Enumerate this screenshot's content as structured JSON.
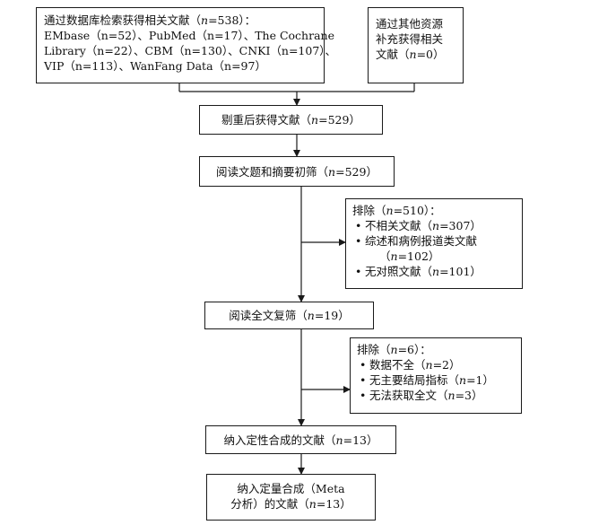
{
  "identification": {
    "db_box": {
      "line1_pre": "通过数据库检索获得相关文献（",
      "line1_n": "n",
      "line1_post": "=538）：",
      "line2": "EMbase（n=52）、PubMed（n=17）、The Cochrane",
      "line3": "Library（n=22）、CBM（n=130）、CNKI（n=107）、",
      "line4": "VIP（n=113）、WanFang Data（n=97）"
    },
    "other_box": {
      "line1": "通过其他资源",
      "line2": "补充获得相关",
      "line3_pre": "文献（",
      "line3_n": "n",
      "line3_post": "=0）"
    }
  },
  "dedup_box": {
    "pre": "剔重后获得文献（",
    "n": "n",
    "post": "=529）"
  },
  "screen_box": {
    "pre": "阅读文题和摘要初筛（",
    "n": "n",
    "post": "=529）"
  },
  "exclusion1": {
    "title_pre": "排除（",
    "title_n": "n",
    "title_post": "=510）：",
    "bullet": "•",
    "item1_pre": "不相关文献（",
    "item1_n": "n",
    "item1_post": "=307）",
    "item2_line1": "综述和病例报道类文献",
    "item2_line2_pre": "（",
    "item2_line2_n": "n",
    "item2_line2_post": "=102）",
    "item3_pre": "无对照文献（",
    "item3_n": "n",
    "item3_post": "=101）"
  },
  "fulltext_box": {
    "pre": "阅读全文复筛（",
    "n": "n",
    "post": "=19）"
  },
  "exclusion2": {
    "title_pre": "排除（",
    "title_n": "n",
    "title_post": "=6）：",
    "bullet": "•",
    "item1_pre": "数据不全（",
    "item1_n": "n",
    "item1_post": "=2）",
    "item2_pre": "无主要结局指标（",
    "item2_n": "n",
    "item2_post": "=1）",
    "item3_pre": "无法获取全文（",
    "item3_n": "n",
    "item3_post": "=3）"
  },
  "qualitative_box": {
    "pre": "纳入定性合成的文献（",
    "n": "n",
    "post": "=13）"
  },
  "quantitative_box": {
    "line1": "纳入定量合成（Meta",
    "line2_pre": "分析）的文献（",
    "line2_n": "n",
    "line2_post": "=13）"
  }
}
